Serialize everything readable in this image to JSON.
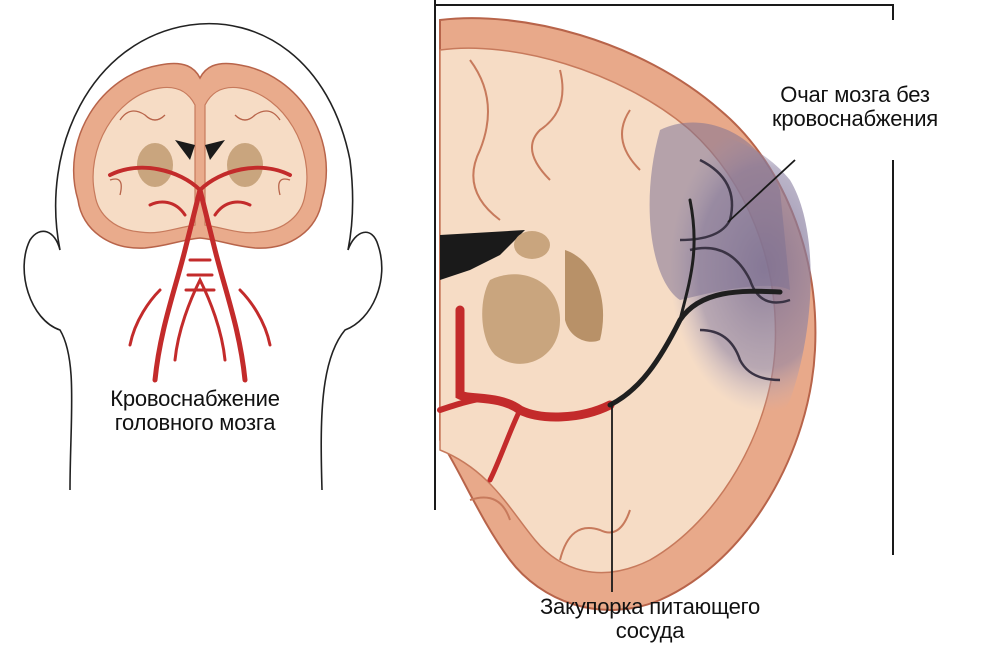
{
  "labels": {
    "blood_supply": {
      "line1": "Кровоснабжение",
      "line2": "головного мозга"
    },
    "ischemic_focus": {
      "line1": "Очаг мозга без",
      "line2": "кровоснабжения"
    },
    "occlusion": {
      "line1": "Закупорка питающего",
      "line2": "сосуда"
    }
  },
  "colors": {
    "brain_tissue": "#f5dcc4",
    "brain_cortex": "#e8a98a",
    "artery": "#c32b2b",
    "ischemic_zone": "#8a7f9c",
    "basal_ganglia": "#c9a57e",
    "outline": "#1a1a1a"
  }
}
